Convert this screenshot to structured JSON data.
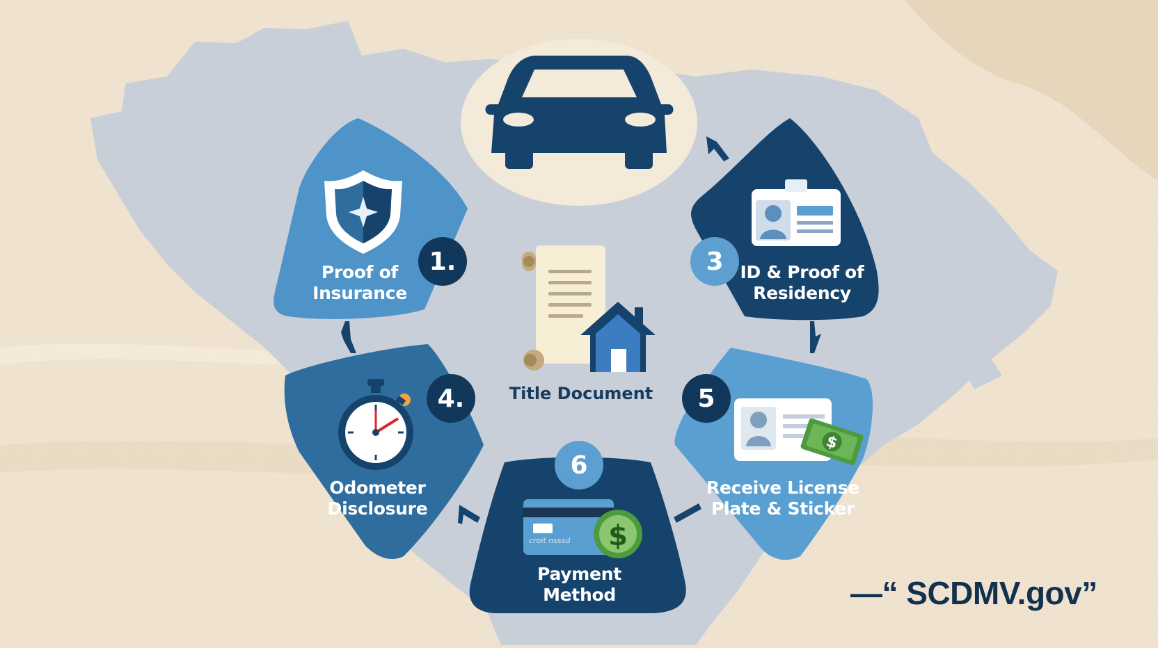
{
  "center": {
    "title_document": "Title Document"
  },
  "steps": [
    {
      "number": "1.",
      "label_lines": [
        "Proof of",
        "Insurance"
      ]
    },
    {
      "number": "3",
      "label_lines": [
        "ID & Proof of",
        "Residency"
      ]
    },
    {
      "number": "4.",
      "label_lines": [
        "Odometer",
        "Disclosure"
      ]
    },
    {
      "number": "5",
      "label_lines": [
        "Receive License",
        "Plate & Sticker"
      ]
    },
    {
      "number": "6",
      "label_lines": [
        "Payment",
        "Method"
      ]
    }
  ],
  "card_text": "croit nsssd",
  "source": "—“ SCDMV.gov”",
  "colors": {
    "dark_navy": "#16436b",
    "mid_blue": "#2f6d9e",
    "light_blue": "#5a9fd2",
    "map_gray": "#c9cfd8",
    "paper": "#efe3cf",
    "money_green": "#4e9a3e"
  },
  "icons": [
    "car-icon",
    "shield-icon",
    "id-card-icon",
    "stopwatch-icon",
    "scroll-icon",
    "house-icon",
    "license-card-icon",
    "cash-icon",
    "credit-card-icon",
    "dollar-coin-icon"
  ]
}
